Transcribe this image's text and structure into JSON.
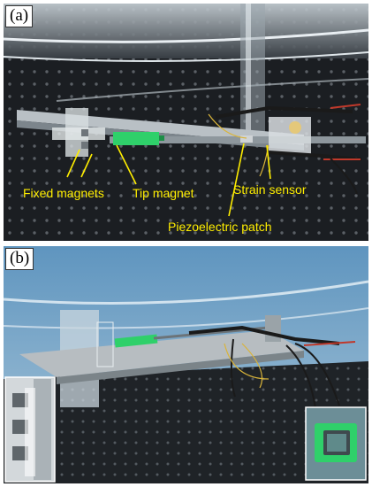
{
  "panels": [
    {
      "tag": "(a)",
      "labels": {
        "fixed_magnets": "Fixed magnets",
        "tip_magnet": "Tip magnet",
        "strain_sensor": "Strain sensor",
        "piezoelectric_patch": "Piezoelectric patch"
      }
    },
    {
      "tag": "(b)"
    }
  ],
  "colors": {
    "annotation": "#ffee00",
    "table_top": "#1a1d20",
    "wind_background": "#6fa0c4",
    "magnet_holder": "#2fd06a"
  }
}
